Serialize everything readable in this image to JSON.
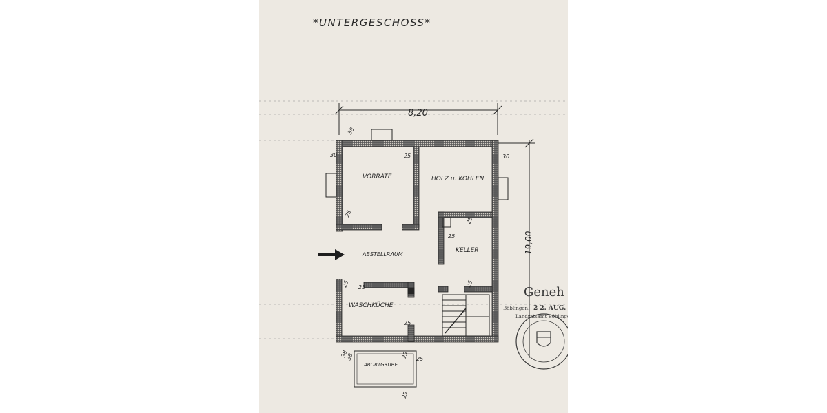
{
  "title": "*UNTERGESCHOSS*",
  "dimensions": {
    "width": "8,20",
    "height": "19,00",
    "wall_labels": [
      "38",
      "30",
      "25",
      "30",
      "25",
      "25",
      "25",
      "25",
      "25",
      "38",
      "25",
      "38",
      "25",
      "25",
      "25",
      "25"
    ]
  },
  "rooms": {
    "vorraete": "VORRÄTE",
    "holz_kohlen": "HOLZ u. KOHLEN",
    "abstellraum": "ABSTELLRAUM",
    "keller": "KELLER",
    "waschkueche": "WASCHKÜCHE",
    "abortgrube": "ABORTGRUBE"
  },
  "stamp": {
    "line1": "Geneh",
    "line2_prefix": "Böblingen,",
    "line2_date": "2 2. AUG.",
    "round_seal": "Landratsamt Böblingen"
  },
  "colors": {
    "paper": "#ede9e2",
    "ink": "#2a2a2a"
  }
}
